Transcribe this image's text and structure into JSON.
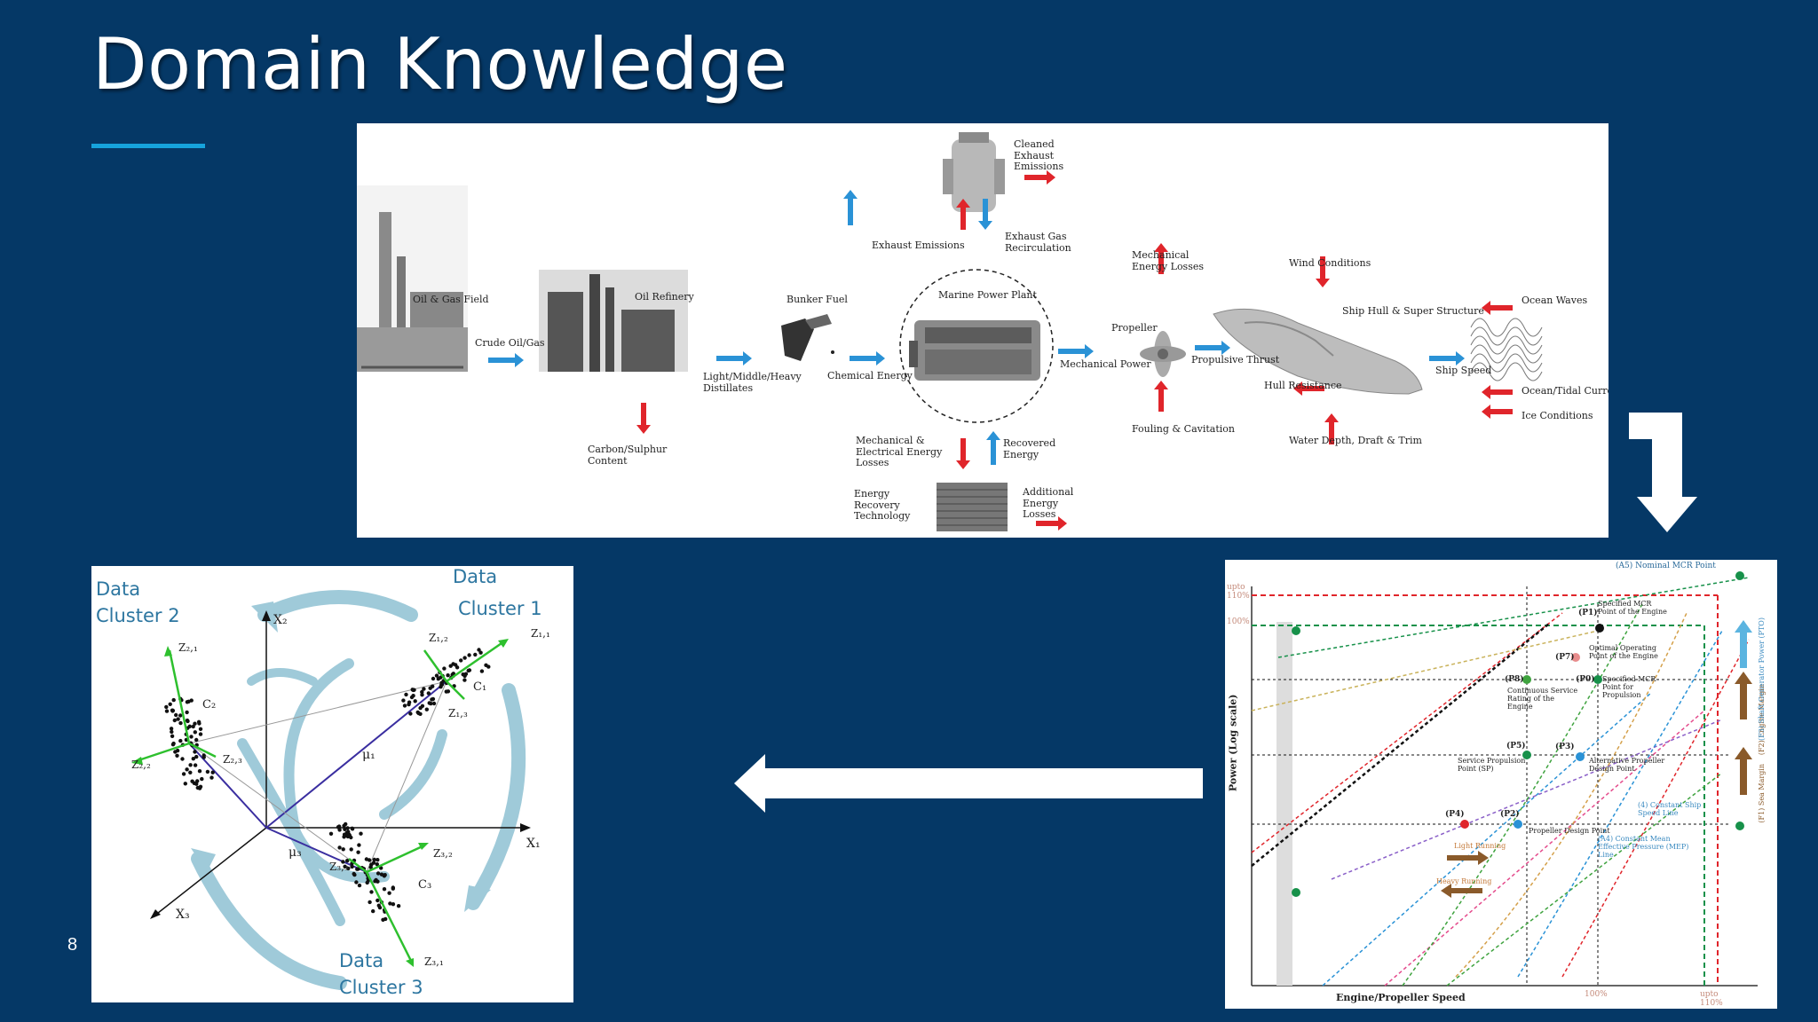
{
  "slide": {
    "title": "Domain Knowledge",
    "page_number": "8"
  },
  "flow": {
    "oil_gas_field": "Oil & Gas Field",
    "crude_oil_gas": "Crude Oil/Gas",
    "oil_refinery": "Oil Refinery",
    "carbon_sulphur": "Carbon/Sulphur Content",
    "distillates": "Light/Middle/Heavy Distillates",
    "bunker_fuel": "Bunker Fuel",
    "chemical_energy": "Chemical Energy",
    "cleaned_exhaust": "Cleaned Exhaust Emissions",
    "exhaust_emissions": "Exhaust Emissions",
    "exhaust_recirc": "Exhaust Gas Recirculation",
    "marine_power_plant": "Marine Power Plant",
    "mech_elec_losses": "Mechanical & Electrical Energy Losses",
    "recovered_energy": "Recovered Energy",
    "energy_recovery_tech": "Energy Recovery Technology",
    "additional_losses": "Additional Energy Losses",
    "mech_power": "Mechanical  Power",
    "mech_energy_losses": "Mechanical Energy Losses",
    "propeller": "Propeller",
    "propulsive_thrust": "Propulsive Thrust",
    "fouling": "Fouling & Cavitation",
    "wind_conditions": "Wind Conditions",
    "hull_super": "Ship Hull & Super Structure",
    "hull_resistance": "Hull Resistance",
    "water_depth": "Water Depth, Draft & Trim",
    "ship_speed": "Ship Speed",
    "ocean_waves": "Ocean Waves",
    "tidal_currents": "Ocean/Tidal Currents",
    "ice_conditions": "Ice Conditions"
  },
  "cluster": {
    "data1": "Data",
    "cluster1": "Cluster 1",
    "data2": "Data",
    "cluster2": "Cluster 2",
    "data3": "Data",
    "cluster3": "Cluster 3",
    "x1": "X₁",
    "x2": "X₂",
    "x3": "X₃",
    "mu1": "μ₁",
    "mu3": "μ₃",
    "c1": "C₁",
    "c2": "C₂",
    "c3": "C₃",
    "z11": "Z₁,₁",
    "z12": "Z₁,₂",
    "z13": "Z₁,₃",
    "z21": "Z₂,₁",
    "z22": "Z₂,₂",
    "z23": "Z₂,₃",
    "z31": "Z₃,₁",
    "z32": "Z₃,₂",
    "z33": "Z₃,₃"
  },
  "engine": {
    "ylabel": "Power  (Log scale)",
    "xlabel": "Engine/Propeller Speed",
    "y_upto": "upto 110%",
    "y_100": "100%",
    "x_100": "100%",
    "x_upto": "upto 110%",
    "a5": "(A5) Nominal MCR Point",
    "p1": "(P1)",
    "p1_desc": "Specified MCR Point of the Engine",
    "p7": "(P7)",
    "p7_desc": "Optimal Operating Point of the Engine",
    "p8": "(P8)",
    "p8_desc": "Continuous Service Rating of the Engine",
    "p0": "(P0)",
    "p0_desc": "Specified MCR Point for Propulsion",
    "p5": "(P5)",
    "p5_desc": "Service Propulsion Point (SP)",
    "p3": "(P3)",
    "p3_desc": "Alternative Propeller Design Point",
    "p4": "(P4)",
    "p2": "(P2)",
    "p2_desc": "Propeller Design Point",
    "light_running": "Light Running",
    "heavy_running": "Heavy Running",
    "constant_ship_speed": "(4) Constant Ship Speed Line",
    "constant_mep": "(A4) Constant Mean Effective Pressure (MEP) Line",
    "f1": "(F1) Sea Margin",
    "f2": "(F2) Engine Margin",
    "f3": "(F3) Shaft Generator Power (PTO)"
  },
  "colors": {
    "background": "#053866",
    "accent_rule": "#16a3dc",
    "red_arrow": "#e0252b",
    "blue_arrow": "#2a92d6",
    "light_arrow": "#9fcad9"
  }
}
